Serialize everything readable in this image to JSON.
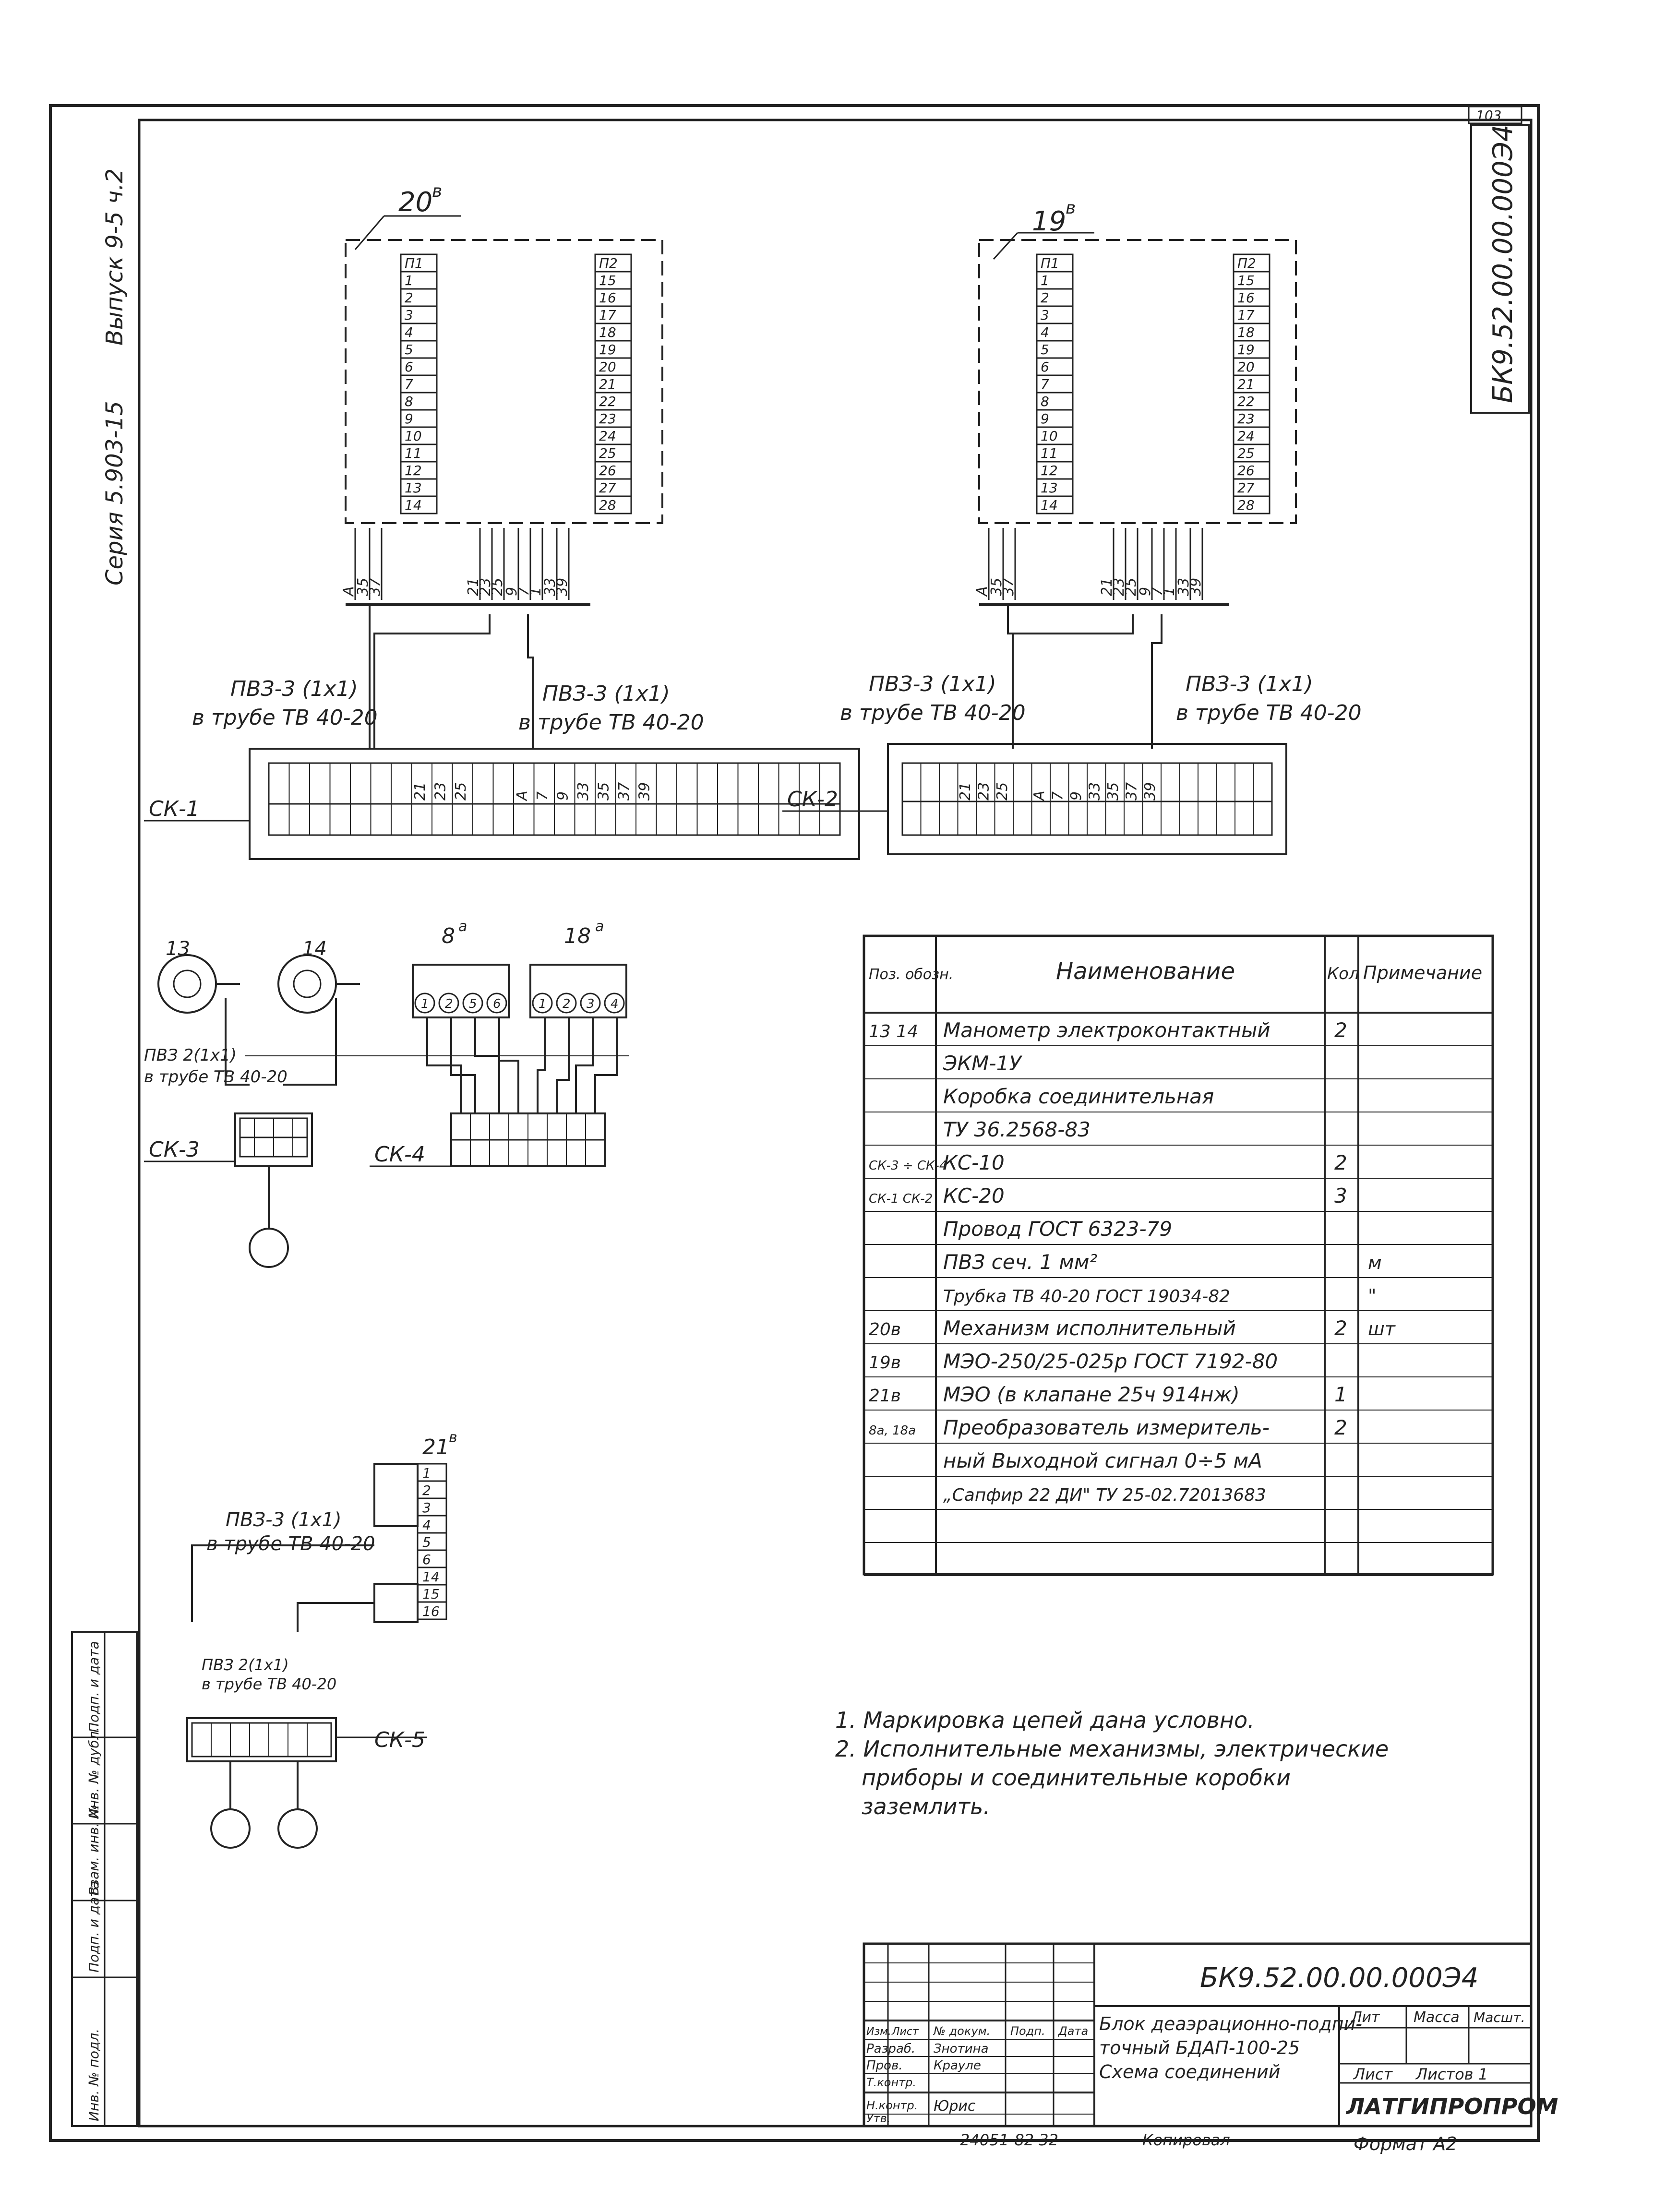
{
  "sheet": {
    "series": "Серия 5.903-15",
    "issue": "Выпуск 9-5 ч.2",
    "doc_code_vertical": "БК9.52.00.00.000Э4",
    "page_no": "103"
  },
  "devices": {
    "act20": {
      "label": "20",
      "sup": "в",
      "left_pins": [
        "П1",
        "1",
        "2",
        "3",
        "4",
        "5",
        "6",
        "7",
        "8",
        "9",
        "10",
        "11",
        "12",
        "13",
        "14"
      ],
      "right_pins": [
        "П2",
        "15",
        "16",
        "17",
        "18",
        "19",
        "20",
        "21",
        "22",
        "23",
        "24",
        "25",
        "26",
        "27",
        "28"
      ],
      "bus": [
        "А",
        "35",
        "37",
        "21",
        "23",
        "25",
        "9",
        "7",
        "1",
        "33",
        "39"
      ]
    },
    "act19": {
      "label": "19",
      "sup": "в",
      "left_pins": [
        "П1",
        "1",
        "2",
        "3",
        "4",
        "5",
        "6",
        "7",
        "8",
        "9",
        "10",
        "11",
        "12",
        "13",
        "14"
      ],
      "right_pins": [
        "П2",
        "15",
        "16",
        "17",
        "18",
        "19",
        "20",
        "21",
        "22",
        "23",
        "24",
        "25",
        "26",
        "27",
        "28"
      ],
      "bus": [
        "А",
        "35",
        "37",
        "21",
        "23",
        "25",
        "9",
        "7",
        "1",
        "33",
        "39"
      ]
    },
    "sk1": {
      "label": "СК-1",
      "terms": [
        "21",
        "23",
        "25",
        "А",
        "7",
        "9",
        "33",
        "35",
        "37",
        "39"
      ]
    },
    "sk2": {
      "label": "СК-2",
      "terms": [
        "21",
        "23",
        "25",
        "А",
        "7",
        "9",
        "33",
        "35",
        "37",
        "39"
      ]
    },
    "sk3": {
      "label": "СК-3"
    },
    "sk4": {
      "label": "СК-4"
    },
    "sk5": {
      "label": "СК-5"
    },
    "gauge13": {
      "label": "13"
    },
    "gauge14": {
      "label": "14"
    },
    "conv8": {
      "label": "8",
      "sup": "а",
      "pins": [
        "1",
        "2",
        "5",
        "6"
      ]
    },
    "conv18": {
      "label": "18",
      "sup": "а",
      "pins": [
        "1",
        "2",
        "3",
        "4"
      ]
    },
    "act21": {
      "label": "21",
      "sup": "в",
      "pins": [
        "1",
        "2",
        "3",
        "4",
        "5",
        "6",
        "14",
        "15",
        "16"
      ]
    }
  },
  "cables": {
    "pvz3": "ПВЗ-3 (1х1)",
    "pipe": "в трубе ТВ 40-20",
    "pvz2": "ПВЗ 2(1х1)",
    "pipe_short": "в трубе ТВ 40-20"
  },
  "table": {
    "headers": {
      "pos": "Поз. обозн.",
      "name": "Наименование",
      "qty": "Кол",
      "note": "Примечание"
    },
    "rows": [
      {
        "pos": "13 14",
        "name": "Манометр электроконтактный",
        "qty": "2",
        "note": ""
      },
      {
        "pos": "",
        "name": "ЭКМ-1У",
        "qty": "",
        "note": ""
      },
      {
        "pos": "",
        "name": "Коробка соединительная",
        "qty": "",
        "note": ""
      },
      {
        "pos": "",
        "name": "ТУ 36.2568-83",
        "qty": "",
        "note": ""
      },
      {
        "pos": "СК-3 ÷ СК-4",
        "name": "КС-10",
        "qty": "2",
        "note": ""
      },
      {
        "pos": "СК-1 СК-2",
        "name": "КС-20",
        "qty": "3",
        "note": ""
      },
      {
        "pos": "",
        "name": "Провод ГОСТ 6323-79",
        "qty": "",
        "note": ""
      },
      {
        "pos": "",
        "name": "ПВЗ сеч. 1 мм²",
        "qty": "",
        "note": "м"
      },
      {
        "pos": "",
        "name": "Трубка ТВ 40-20 ГОСТ 19034-82",
        "qty": "",
        "note": "\""
      },
      {
        "pos": "20в",
        "name": "Механизм исполнительный",
        "qty": "2",
        "note": "шт"
      },
      {
        "pos": "19в",
        "name": "МЭО-250/25-025р ГОСТ 7192-80",
        "qty": "",
        "note": ""
      },
      {
        "pos": "21в",
        "name": "МЭО (в клапане 25ч 914нж)",
        "qty": "1",
        "note": ""
      },
      {
        "pos": "8а, 18а",
        "name": "Преобразователь измеритель-",
        "qty": "2",
        "note": ""
      },
      {
        "pos": "",
        "name": "ный Выходной сигнал 0÷5 мА",
        "qty": "",
        "note": ""
      },
      {
        "pos": "",
        "name": "„Сапфир 22 ДИ\" ТУ 25-02.72013683",
        "qty": "",
        "note": ""
      },
      {
        "pos": "",
        "name": "",
        "qty": "",
        "note": ""
      },
      {
        "pos": "",
        "name": "",
        "qty": "",
        "note": ""
      }
    ]
  },
  "notes": [
    "1. Маркировка цепей дана условно.",
    "2. Исполнительные механизмы, электрические",
    "приборы и соединительные коробки",
    "заземлить."
  ],
  "stamp": {
    "code": "БК9.52.00.00.000Э4",
    "title1": "Блок деаэрационно-подпи-",
    "title2": "точный БДАП-100-25",
    "title3": "Схема соединений",
    "col_izm": "Изм.",
    "col_list": "Лист",
    "col_doc": "№ докум.",
    "col_sign": "Подп.",
    "col_date": "Дата",
    "r_razrab": "Разраб.",
    "n_razrab": "Знотина",
    "r_prov": "Пров.",
    "n_prov": "Крауле",
    "r_tkontr": "Т.контр.",
    "r_nkontr": "Н.контр.",
    "n_nkontr": "Юрис",
    "r_utv": "Утв.",
    "lit": "Лит",
    "massa": "Масса",
    "masshtab": "Масшт.",
    "list": "Лист",
    "listov": "Листов 1",
    "org": "ЛАТГИПРОПРОМ",
    "bottom_num": "24051-82  32",
    "copied": "Копировал",
    "format": "Формат А2"
  },
  "side_strip": [
    "Инв. № подл.",
    "Подп. и дата",
    "Взам. инв. №",
    "Инв. № дубл.",
    "Подп. и дата"
  ]
}
